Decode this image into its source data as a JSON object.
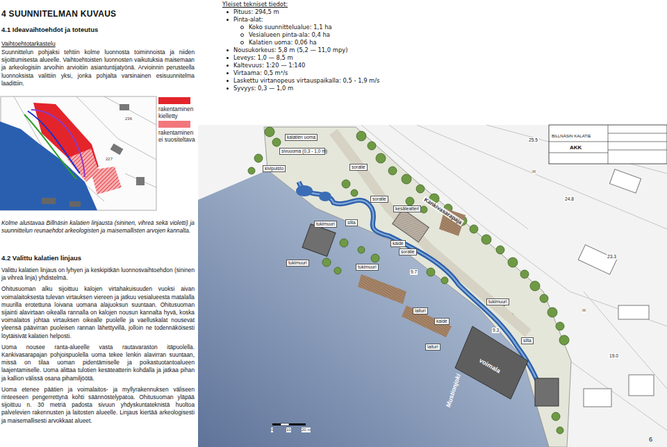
{
  "diagram": {
    "title": "4 SUUNNITELMAN KUVAUS",
    "caption": "Kolme alustavaa Billnäsin kalatien linjausta (sininen, vihreä sekä violetti) ja suunnittelun reunaehdot arkeologisten ja maisemallisten arvojen kannalta.",
    "labels": [
      "4.1 Ideavaihtoehdot ja toteutus",
      "Vaihtoehtotarkastelu",
      "Suunnittelun pohjaksi tehtiin kolme luonnosta toiminnoista ja niiden sijoittumisesta alueelle. Vaihtoehtoisten luonnosten vaikutuksia maisemaan ja arkeologisiin arvoihin arvioitiin asiantuntijatyönä. Arvioinnin perusteella luonnoksista valittiin yksi, jonka pohjalta varsinainen esisuunnitelma laadittiin.",
      "Yleiset tekniset tiedot:",
      "Pituus: 294,5 m",
      "Pinta-alat:",
      "Koko suunnittelualue: 1,1 ha",
      "Vesialueen pinta-ala: 0,4 ha",
      "Kalatien uoma: 0,06 ha",
      "Nousukorkeus: 5,8 m (5,2 — 11,0 mpy)",
      "Leveys: 1,0 — 8,5 m",
      "Kaltevuus: 1:20 — 1:140",
      "Virtaama: 0,5 m³/s",
      "Laskettu virtanopeus virtauspaikalla: 0,5 - 1,9 m/s",
      "Syvyys: 0,3 — 1,0 m",
      "4.2 Valittu kalatien linjaus",
      "Valittu kalatien linjaus on lyhyen ja keskipitkän luonnosvaihtoehdon (sininen ja vihreä linja) yhdistelmä.",
      "Ohitusuoman alku sijoittuu kalojen virtahakuisuuden vuoksi aivan voimalaitoksesta tulevan virtauksen viereen ja jatkuu vesialueesta matalalla muurilla erotettuna loivana uomana alajuoksun suuntaan. Ohitusuoman sijainti alavirtaan oikealla rannalla on kalojen nousun kannalta hyvä, koska voimalaitos johtaa virtauksen oikealle puolelle ja vaelluskalat nousevat yleensä päävirran puoleisen rannan lähettyvillä, jolloin ne todennäköisesti löytäisivät kalatien helposti.",
      "Uoma nousee ranta-alueelle vasta rautavaraston itäpuolella. Kankivasarapajan pohjoispuolella uoma tekee lenkin alavirran suuntaan, missä on tilaa uoman pidentämiselle ja poikastuotantoalueen laajentamiselle. Uoma alittaa tulotien kesäteatterin kohdalla ja jatkaa pihan ja kallion välissä osana pihamiljöötä.",
      "Uoma etenee päätien ja voimalaitos- ja myllyrakennuksen väliseen rinteeseen pengerrettynä kohti säännöstelypatoa. Ohitusuoman yläpää sijoittuu n. 30 metriä padosta sivuun yhdyskuntateknistä huoltoa palvelevien rakennusten ja laitosten alueelle. Linjaus kiertää arkeologisesti ja maisemallisesti arvokkaat alueet.",
      "6",
      "kalatien uoma",
      "sivuuoma (0,3 - 1,0 m)",
      "kivipuisto",
      "soratie",
      "soratie",
      "tukimuuri",
      "silta",
      "kesäteatteri",
      "Kankivasarapaja",
      "kaide",
      "soratie",
      "tukimuuri",
      "tukimuuri",
      "laituri",
      "tukimuuri",
      "kaide",
      "laituri",
      "voimala",
      "silta",
      "Mustionjoki",
      "25.5",
      "24.8",
      "23.3",
      "19.0",
      "9.7",
      "9.3",
      "0",
      "10",
      "20 m",
      "BILLNÄSIN KALATIE",
      "AKK",
      "III",
      "III",
      "236",
      "227"
    ],
    "legend": [
      {
        "text": "rakentaminen kielletty",
        "color": "#e3242b"
      },
      {
        "text": "rakentaminen ei suositeltava",
        "color": "#f2777b"
      }
    ]
  }
}
